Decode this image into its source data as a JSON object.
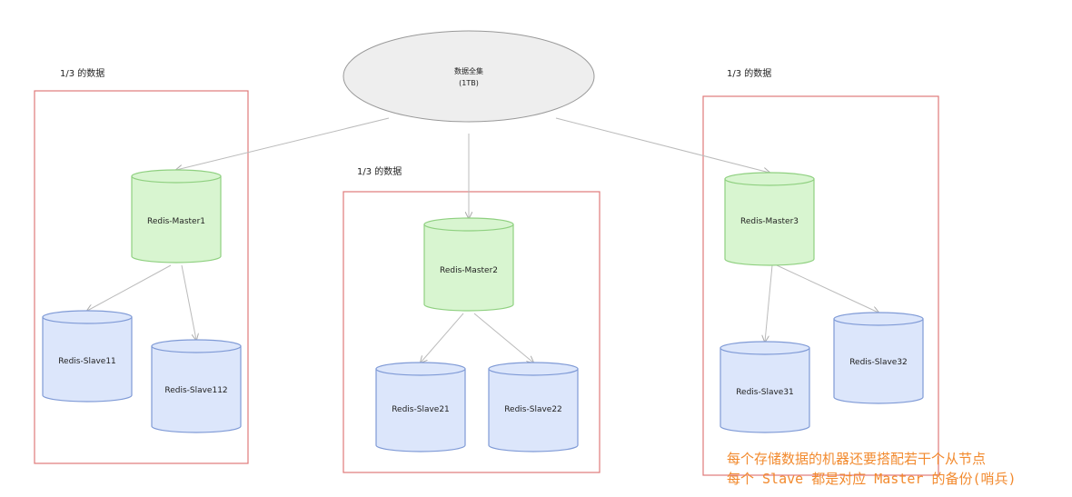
{
  "root": {
    "title": "数据全集",
    "subtitle": "(1TB)"
  },
  "groups": [
    {
      "label": "1/3 的数据",
      "master": "Redis-Master1",
      "slaves": [
        "Redis-Slave11",
        "Redis-Slave112"
      ]
    },
    {
      "label": "1/3 的数据",
      "master": "Redis-Master2",
      "slaves": [
        "Redis-Slave21",
        "Redis-Slave22"
      ]
    },
    {
      "label": "1/3 的数据",
      "master": "Redis-Master3",
      "slaves": [
        "Redis-Slave31",
        "Redis-Slave32"
      ]
    }
  ],
  "note": {
    "line1": "每个存储数据的机器还要搭配若干个从节点",
    "line2": "每个 Slave 都是对应 Master 的备份(哨兵)"
  },
  "colors": {
    "frame": "#e07a7a",
    "master_fill": "#d8f5d0",
    "master_stroke": "#8fd080",
    "slave_fill": "#dce6fb",
    "slave_stroke": "#7f9ad6",
    "root_fill": "#eeeeee",
    "arrow": "#bbbbbb",
    "note": "#f28a2e"
  }
}
